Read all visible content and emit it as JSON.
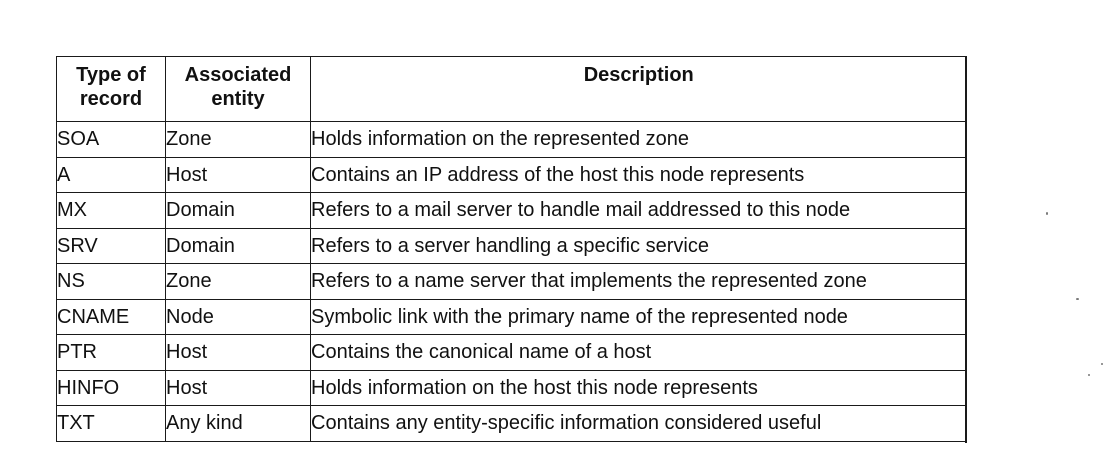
{
  "table": {
    "headers": {
      "type": "Type of record",
      "entity": "Associated entity",
      "description": "Description"
    },
    "rows": [
      {
        "type": "SOA",
        "entity": "Zone",
        "description": "Holds information on the represented zone"
      },
      {
        "type": "A",
        "entity": "Host",
        "description": "Contains an IP address of the host this node represents"
      },
      {
        "type": "MX",
        "entity": "Domain",
        "description": "Refers to a mail server to handle mail addressed to this node"
      },
      {
        "type": "SRV",
        "entity": "Domain",
        "description": "Refers to a server handling a specific service"
      },
      {
        "type": "NS",
        "entity": "Zone",
        "description": "Refers to a name server that implements the represented zone"
      },
      {
        "type": "CNAME",
        "entity": "Node",
        "description": "Symbolic link with the primary name of the represented node"
      },
      {
        "type": "PTR",
        "entity": "Host",
        "description": "Contains the canonical name of a host"
      },
      {
        "type": "HINFO",
        "entity": "Host",
        "description": "Holds information on the host this node represents"
      },
      {
        "type": "TXT",
        "entity": "Any kind",
        "description": "Contains any entity-specific information considered useful"
      }
    ]
  }
}
